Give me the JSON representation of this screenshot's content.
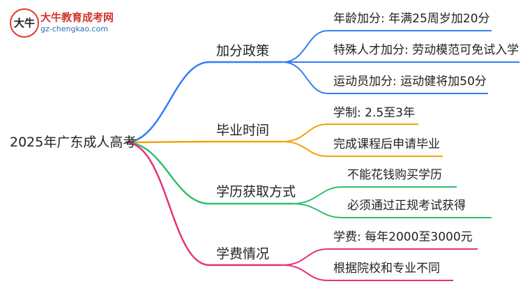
{
  "logo": {
    "mark": "大牛",
    "title": "大牛教育成考网",
    "url": "gz-chengkao.com"
  },
  "mindmap": {
    "root": "2025年广东成人高考",
    "branches": [
      {
        "label": "加分政策",
        "color": "#2f7ef5",
        "children": [
          "年龄加分: 年满25周岁加20分",
          "特殊人才加分: 劳动模范可免试入学",
          "运动员加分: 运动健将加50分"
        ]
      },
      {
        "label": "毕业时间",
        "color": "#f2a20c",
        "children": [
          "学制: 2.5至3年",
          "完成课程后申请毕业"
        ]
      },
      {
        "label": "学历获取方式",
        "color": "#2fbf6a",
        "children": [
          "不能花钱购买学历",
          "必须通过正规考试获得"
        ]
      },
      {
        "label": "学费情况",
        "color": "#e8307a",
        "children": [
          "学费: 每年2000至3000元",
          "根据院校和专业不同"
        ]
      }
    ]
  }
}
